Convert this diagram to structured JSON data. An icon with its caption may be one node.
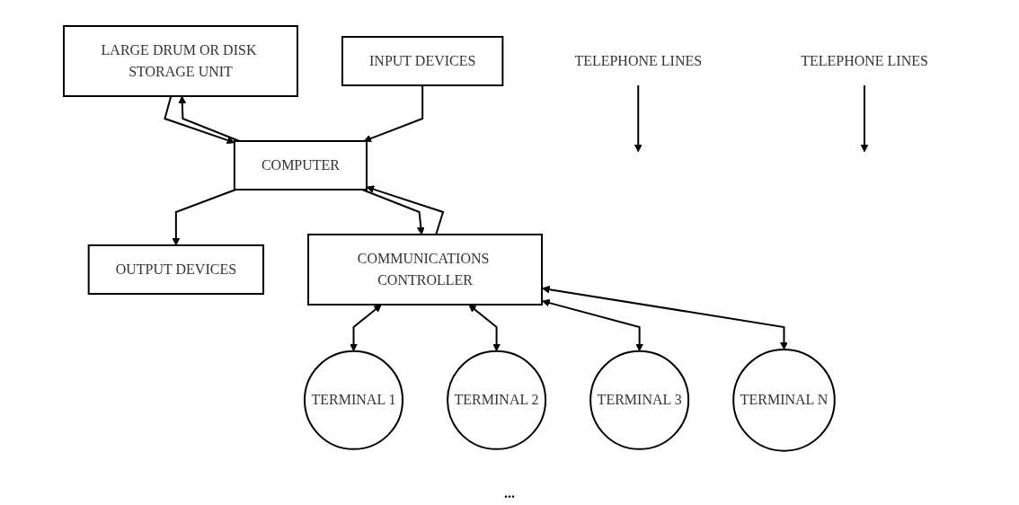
{
  "diagram": {
    "nodes": [
      {
        "text": [
          "LARGE DRUM OR DISK STORAGE UNIT"
        ]
      },
      {
        "text": [
          "INPUT DEVICES"
        ]
      },
      {
        "text": [
          "COMPUTER"
        ]
      },
      {
        "text": [
          "OUTPUT DEVICES"
        ]
      },
      {
        "text": [
          "COMMUNICATIONS CONTROLLER"
        ]
      },
      {
        "text": [
          "TERMINAL 1"
        ]
      },
      {
        "text": [
          "TERMINAL 2"
        ]
      },
      {
        "text": [
          "TERMINAL 3"
        ]
      },
      {
        "text": [
          "TERMINAL N"
        ]
      },
      {
        "text": [
          "TELEPHONE LINES"
        ]
      },
      {
        "text": [
          "TELEPHONE LINES"
        ]
      }
    ],
    "edges": [
      {
        "from": 0,
        "to": 2,
        "arrow": "to"
      },
      {
        "from": 2,
        "to": 0,
        "arrow": "to"
      },
      {
        "from": 1,
        "to": 2,
        "arrow": "to"
      },
      {
        "from": 2,
        "to": 3,
        "arrow": "to"
      },
      {
        "from": 2,
        "to": 4,
        "arrow": "to"
      },
      {
        "from": 4,
        "to": 2,
        "arrow": "to"
      },
      {
        "from": 4,
        "to": 5,
        "arrow": "both"
      },
      {
        "from": 4,
        "to": 6,
        "arrow": "both"
      },
      {
        "from": 4,
        "to": 7,
        "arrow": "both"
      },
      {
        "from": 4,
        "to": 8,
        "arrow": "both"
      },
      {
        "from": 9,
        "to": null,
        "arrow": "to"
      },
      {
        "from": 10,
        "to": null,
        "arrow": "to"
      }
    ],
    "labels": [
      "..."
    ]
  }
}
